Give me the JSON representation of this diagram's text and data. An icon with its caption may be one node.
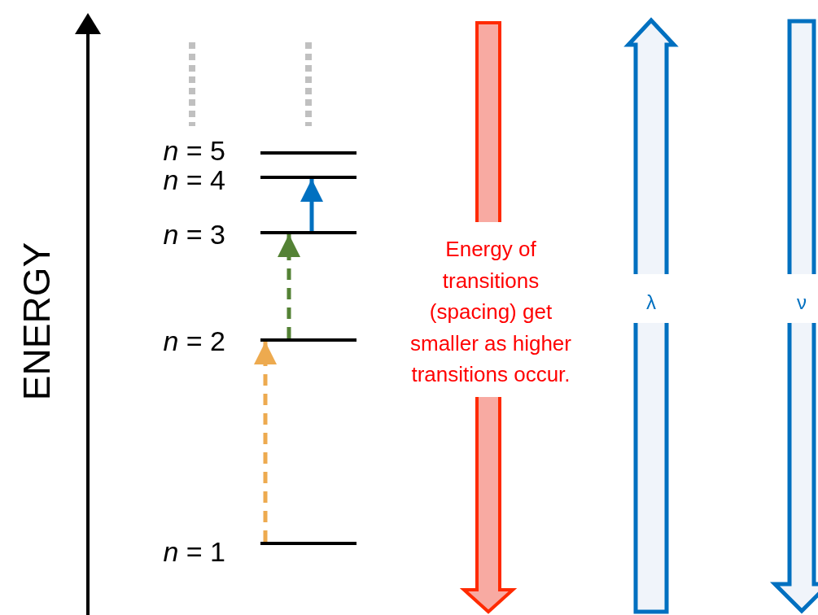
{
  "diagram": {
    "nodes": [
      {
        "text": [],
        "shape": "bar",
        "beside": [
          "*n* = 5"
        ]
      },
      {
        "text": [],
        "shape": "bar",
        "beside": [
          "*n* = 4"
        ]
      },
      {
        "text": [],
        "shape": "bar",
        "beside": [
          "*n* = 3"
        ]
      },
      {
        "text": [],
        "shape": "bar",
        "beside": [
          "*n* = 2"
        ]
      },
      {
        "text": [],
        "shape": "bar",
        "beside": [
          "*n* = 1"
        ]
      }
    ],
    "edges": [
      {
        "from": 4,
        "to": 3,
        "arrow": "to",
        "style": "dashed",
        "color": "#edaa4f"
      },
      {
        "from": 3,
        "to": 2,
        "arrow": "to",
        "style": "dashed",
        "color": "#548235"
      },
      {
        "from": 2,
        "to": 1,
        "arrow": "to",
        "color": "#0070c0"
      }
    ],
    "labels": [
      "ENERGY",
      "Energy of transitions (spacing) get smaller as higher transitions occur.",
      "λ",
      "ν"
    ]
  }
}
